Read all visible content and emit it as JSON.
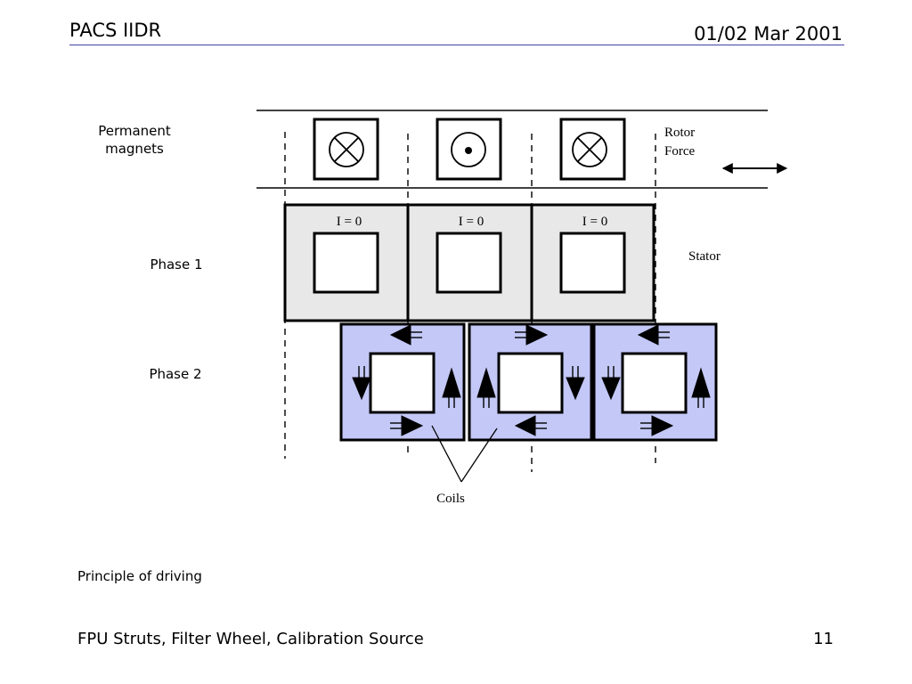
{
  "header": {
    "title": "PACS IIDR",
    "date": "01/02 Mar 2001"
  },
  "diagram": {
    "labels": {
      "permanent_magnets_line1": "Permanent",
      "permanent_magnets_line2": "magnets",
      "phase1": "Phase 1",
      "phase2": "Phase 2",
      "rotor_force_line1": "Rotor",
      "rotor_force_line2": "Force",
      "stator": "Stator",
      "coils": "Coils"
    },
    "magnets": [
      {
        "direction": "into-page",
        "icon": "cross-circle-icon"
      },
      {
        "direction": "out-of-page",
        "icon": "dot-circle-icon"
      },
      {
        "direction": "into-page",
        "icon": "cross-circle-icon"
      }
    ],
    "phase1_currents": [
      "I = 0",
      "I = 0",
      "I = 0"
    ],
    "colors": {
      "stator_fill": "#e8e8e8",
      "coil_fill": "#c3c8f7",
      "header_rule": "#4444aa"
    }
  },
  "caption": "Principle of driving",
  "footer": {
    "left": "FPU Struts, Filter Wheel, Calibration Source",
    "page_number": "11"
  }
}
